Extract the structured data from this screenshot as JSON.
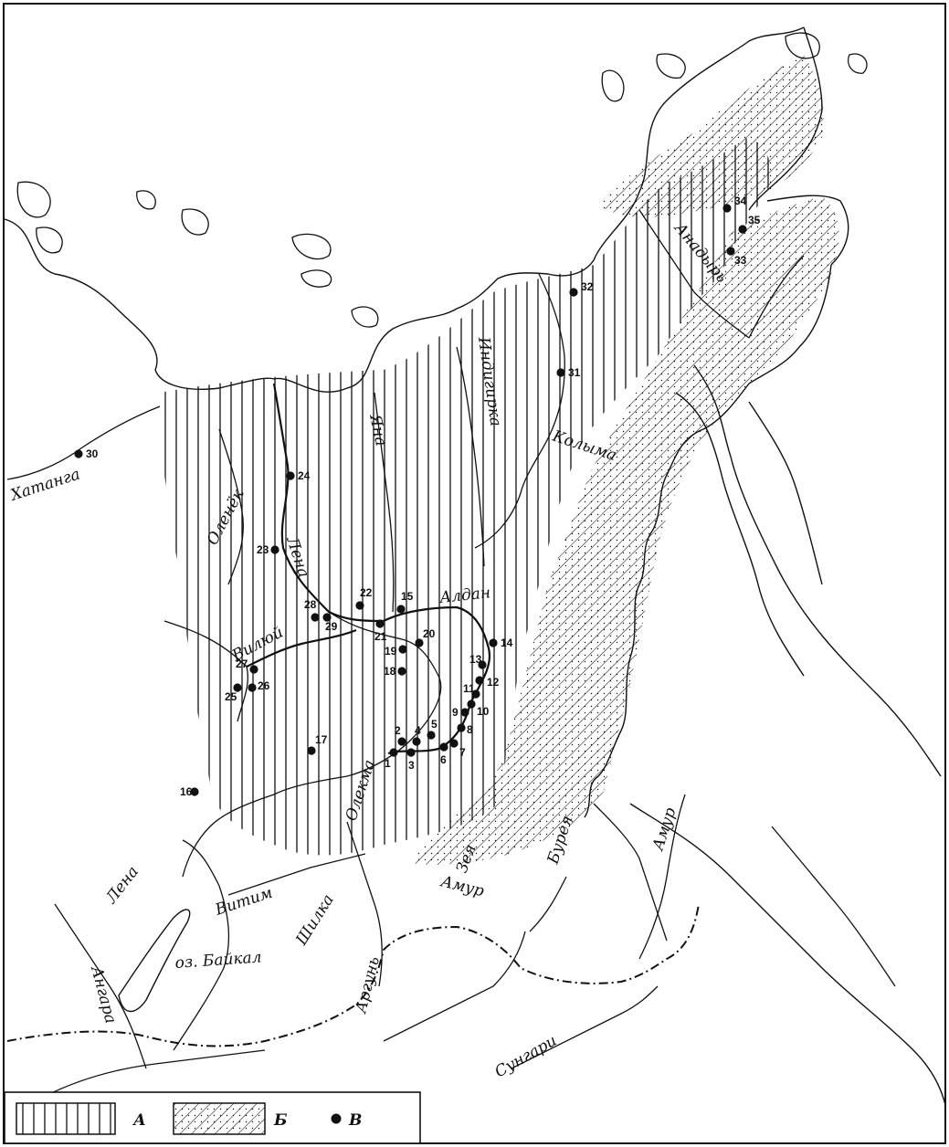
{
  "map": {
    "colors": {
      "ink": "#111111",
      "paper": "#ffffff"
    },
    "rivers": [
      {
        "id": "khatanga",
        "label": "Хатанга"
      },
      {
        "id": "olenek",
        "label": "Оленёк"
      },
      {
        "id": "lena-lower",
        "label": "Лена"
      },
      {
        "id": "vilyuy",
        "label": "Вилюй"
      },
      {
        "id": "yana",
        "label": "Яна"
      },
      {
        "id": "indigirka",
        "label": "Индигирка"
      },
      {
        "id": "kolyma",
        "label": "Колыма"
      },
      {
        "id": "anadyr",
        "label": "Анадырь"
      },
      {
        "id": "aldan",
        "label": "Алдан"
      },
      {
        "id": "lena-upper",
        "label": "Лена"
      },
      {
        "id": "olekma",
        "label": "Олекма"
      },
      {
        "id": "vitim",
        "label": "Витим"
      },
      {
        "id": "angara",
        "label": "Ангара"
      },
      {
        "id": "baikal",
        "label": "оз. Байкал"
      },
      {
        "id": "shilka",
        "label": "Шилка"
      },
      {
        "id": "argun",
        "label": "Аргунь"
      },
      {
        "id": "amur-w",
        "label": "Амур"
      },
      {
        "id": "zeya",
        "label": "Зея"
      },
      {
        "id": "bureya",
        "label": "Бурея"
      },
      {
        "id": "amur-e",
        "label": "Амур"
      },
      {
        "id": "sungari",
        "label": "Сунгари"
      }
    ],
    "sites": [
      "1",
      "2",
      "3",
      "4",
      "5",
      "6",
      "7",
      "8",
      "9",
      "10",
      "11",
      "12",
      "13",
      "14",
      "15",
      "16",
      "17",
      "18",
      "19",
      "20",
      "21",
      "22",
      "23",
      "24",
      "25",
      "26",
      "27",
      "28",
      "29",
      "30",
      "31",
      "32",
      "33",
      "34",
      "35"
    ],
    "legend": {
      "items": [
        {
          "key": "vertical-hatch",
          "label": "А"
        },
        {
          "key": "diagonal-hatch",
          "label": "Б"
        },
        {
          "key": "dot",
          "label": "В"
        }
      ]
    }
  }
}
